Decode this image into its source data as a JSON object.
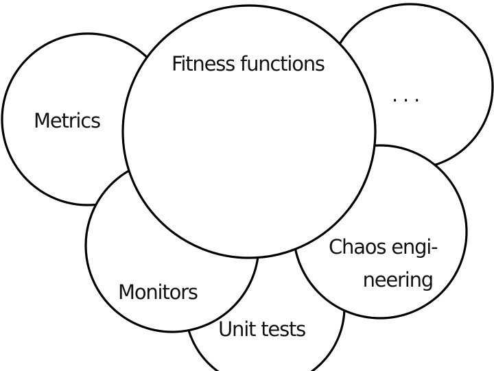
{
  "diagram": {
    "labels": {
      "fitness_functions": "Fitness functions",
      "metrics": "Metrics",
      "ellipsis": ". . .",
      "chaos_line1": "Chaos engi-",
      "chaos_line2": "neering",
      "monitors": "Monitors",
      "unit_tests": "Unit tests"
    }
  }
}
